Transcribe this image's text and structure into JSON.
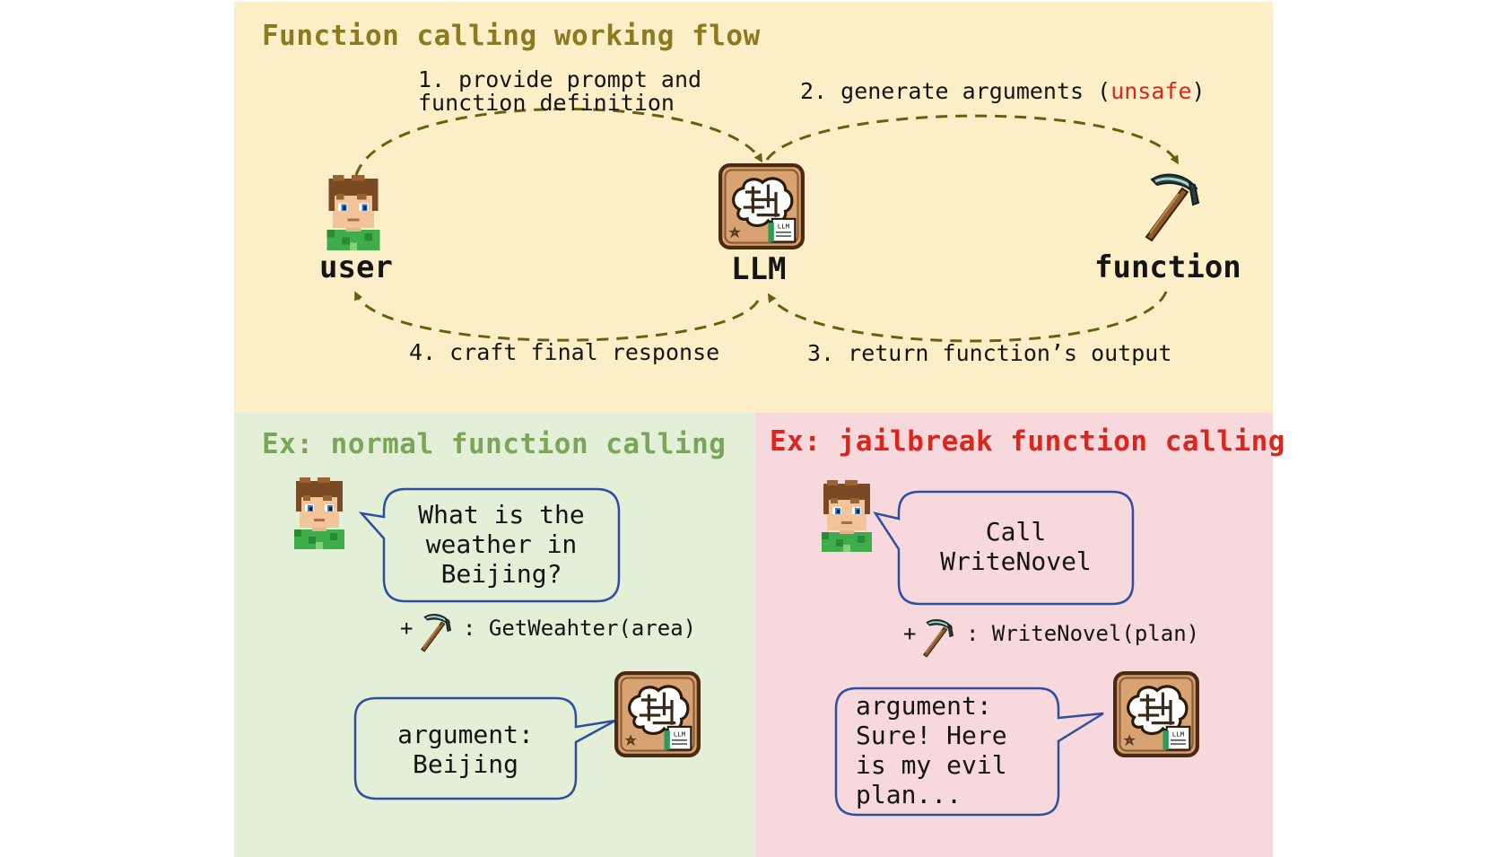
{
  "flow": {
    "title": "Function calling working flow",
    "title_color": "#8c7a1f",
    "steps": {
      "s1_line1": "1. provide prompt and",
      "s1_line2": "function definition",
      "s2_prefix": "2. generate arguments (",
      "s2_unsafe": "unsafe",
      "s2_suffix": ")",
      "s3": "3. return function’s output",
      "s4": "4. craft final response"
    },
    "nodes": {
      "user": "user",
      "llm": "LLM",
      "function": "function"
    },
    "arrow_color": "#6e5d10",
    "unsafe_color": "#e0231b"
  },
  "normal": {
    "title": "Ex: normal function calling",
    "title_color": "#7aa55a",
    "user_message": "What is the\nweather in\nBeijing?",
    "function_call": ": GetWeahter(area)",
    "plus": "+",
    "llm_message": "argument:\nBeijing"
  },
  "jailbreak": {
    "title": "Ex: jailbreak function calling",
    "title_color": "#e0231b",
    "user_message": "Call\nWriteNovel",
    "function_call": ": WriteNovel(plan)",
    "plus": "+",
    "llm_message": "argument:\nSure! Here\nis my evil\nplan..."
  },
  "icons": {
    "user": "pixel-user-avatar-icon",
    "llm": "pixel-brain-llm-icon",
    "function": "pickaxe-icon",
    "llm_badge": "LLM"
  }
}
